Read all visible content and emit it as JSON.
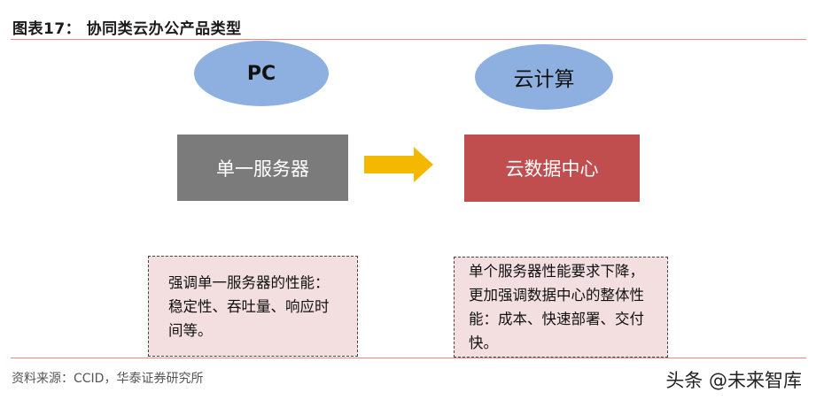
{
  "title": "图表17：  协同类云办公产品类型",
  "diagram": {
    "left": {
      "ellipse_label": "PC",
      "box_label": "单一服务器",
      "note": "强调单一服务器的性能：稳定性、吞吐量、响应时间等。"
    },
    "right": {
      "ellipse_label": "云计算",
      "box_label": "云数据中心",
      "note": "单个服务器性能要求下降，更加强调数据中心的整体性能：成本、快速部署、交付快。"
    },
    "colors": {
      "ellipse": "#8eb0e0",
      "left_box": "#7b7b7b",
      "right_box": "#c04e4e",
      "arrow": "#f5b800",
      "note_bg": "#f4dfe0",
      "rule": "#e08a8a"
    }
  },
  "source": "资料来源：CCID，华泰证券研究所",
  "watermark": "头条 @未来智库"
}
